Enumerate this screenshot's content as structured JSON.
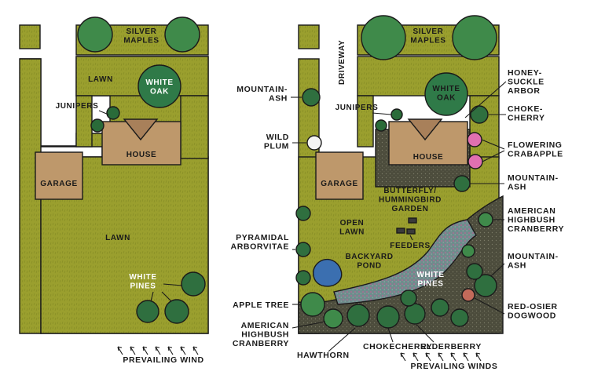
{
  "colors": {
    "lawn": "#9a9f2e",
    "lawn_dark": "#7d8320",
    "house": "#c9a273",
    "roof": "#a8805a",
    "tree": "#3f8a4a",
    "tree_dark": "#2a6b39",
    "pond": "#3b6fb0",
    "path": "#6f8c8c",
    "bed": "#4a4a3a",
    "flower": "#e05aa6"
  },
  "left_plan": {
    "silver_maples": "SILVER\nMAPLES",
    "lawn_top": "LAWN",
    "white_oak": "WHITE\nOAK",
    "junipers": "JUNIPERS",
    "house": "HOUSE",
    "garage": "GARAGE",
    "lawn_main": "LAWN",
    "white_pines": "WHITE\nPINES",
    "wind_label": "PREVAILING WIND"
  },
  "right_plan": {
    "driveway": "DRIVEWAY",
    "silver_maples": "SILVER\nMAPLES",
    "white_oak": "WHITE\nOAK",
    "junipers": "JUNIPERS",
    "house": "HOUSE",
    "garage": "GARAGE",
    "butterfly_garden": "BUTTERFLY/\nHUMMINGBIRD\nGARDEN",
    "open_lawn": "OPEN\nLAWN",
    "feeders": "FEEDERS",
    "backyard_pond": "BACKYARD\nPOND",
    "white_pines": "WHITE\nPINES",
    "callouts": {
      "mountain_ash_1": "MOUNTAIN-\nASH",
      "wild_plum": "WILD\nPLUM",
      "pyramidal_arborvitae": "PYRAMIDAL\nARBORVITAE",
      "apple_tree": "APPLE TREE",
      "american_cranberry_left": "AMERICAN\nHIGHBUSH\nCRANBERRY",
      "hawthorn": "HAWTHORN",
      "chokecherry_bottom": "CHOKECHERRY",
      "elderberry": "ELDERBERRY",
      "honeysuckle_arbor": "HONEY-\nSUCKLE\nARBOR",
      "choke_cherry": "CHOKE-\nCHERRY",
      "flowering_crabapple": "FLOWERING\nCRABAPPLE",
      "mountain_ash_2": "MOUNTAIN-\nASH",
      "american_cranberry_right": "AMERICAN\nHIGHBUSH\nCRANBERRY",
      "mountain_ash_3": "MOUNTAIN-\nASH",
      "red_osier_dogwood": "RED-OSIER\nDOGWOOD"
    },
    "wind_label": "PREVAILING WINDS"
  }
}
